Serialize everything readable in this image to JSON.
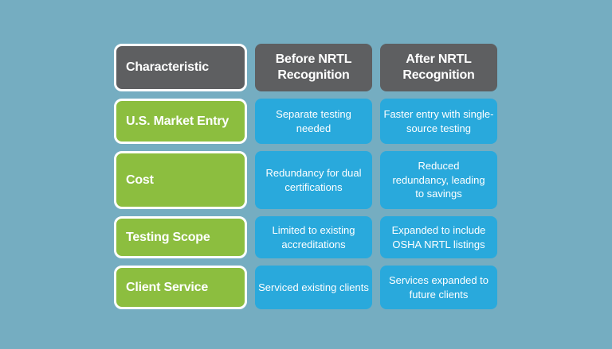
{
  "page": {
    "background": "#75ADC1"
  },
  "palette": {
    "header_bg": "#5E5F61",
    "label_bg": "#8CBE3F",
    "cell_bg": "#29A9DC",
    "text": "#FFFFFF",
    "border": "#FFFFFF"
  },
  "table": {
    "columns": [
      {
        "label": "Characteristic"
      },
      {
        "label": "Before NRTL Recognition"
      },
      {
        "label": "After NRTL Recognition"
      }
    ],
    "rows": [
      {
        "label": "U.S. Market Entry",
        "before": "Separate testing needed",
        "after": "Faster entry with single-source testing"
      },
      {
        "label": "Cost",
        "before": "Redundancy for dual certifications",
        "after": "Reduced redundancy, leading to savings"
      },
      {
        "label": "Testing Scope",
        "before": "Limited to existing accreditations",
        "after": "Expanded to include OSHA NRTL listings"
      },
      {
        "label": "Client Service",
        "before": "Serviced existing clients",
        "after": "Services expanded to future clients"
      }
    ]
  }
}
